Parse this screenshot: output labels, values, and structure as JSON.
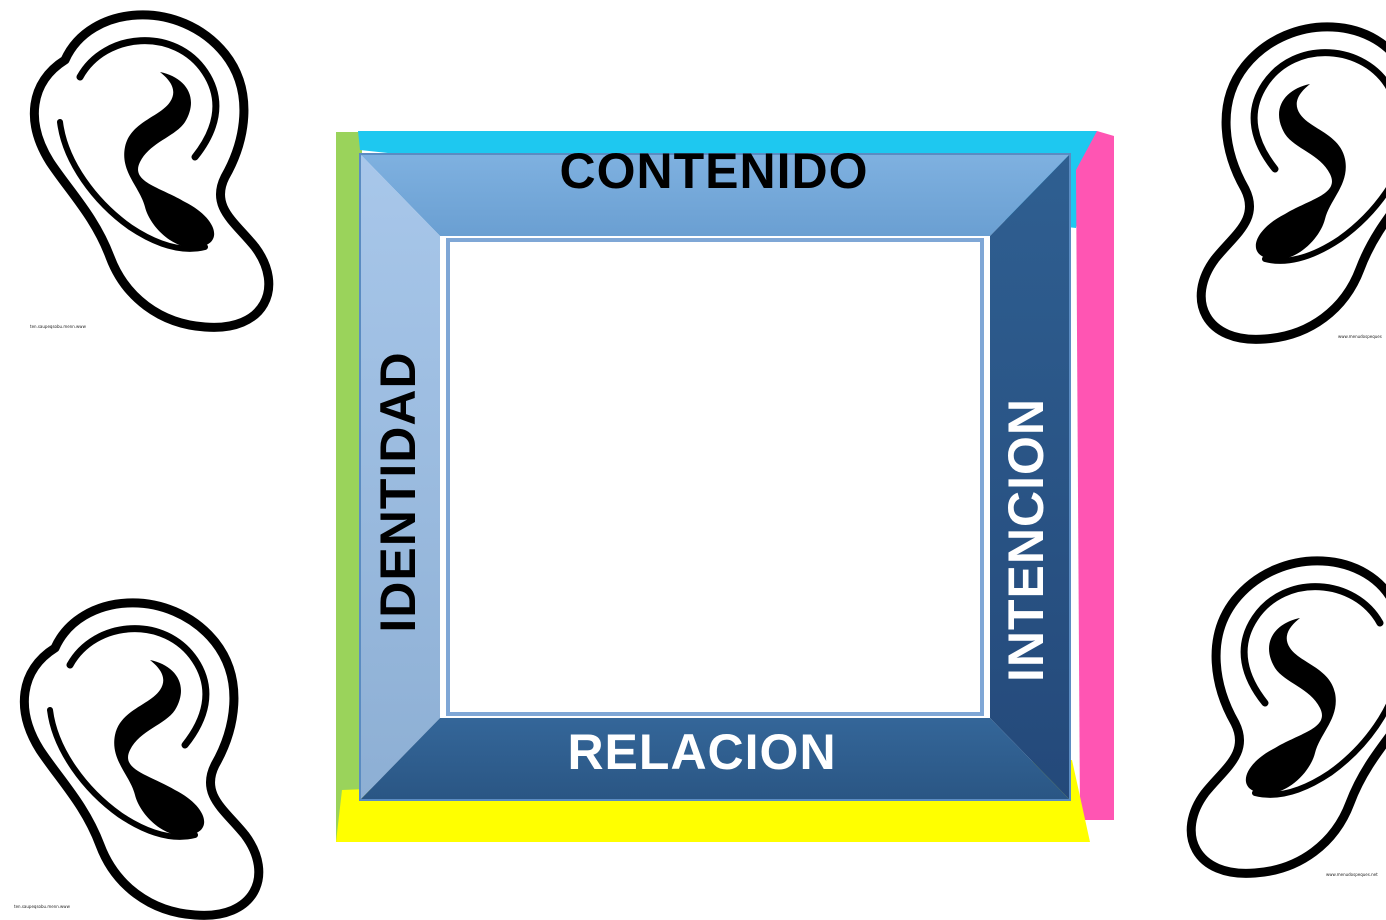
{
  "diagram": {
    "labels": {
      "top": "CONTENIDO",
      "left": "IDENTIDAD",
      "right": "INTENCION",
      "bottom": "RELACION"
    },
    "colors": {
      "top_strip": "#1ec8f0",
      "left_strip": "#9ad35b",
      "right_strip": "#ff55b3",
      "bottom_strip": "#ffff00",
      "top_bevel": "#72a7d9",
      "left_bevel": "#9bbde3",
      "right_bevel": "#2a5786",
      "bottom_bevel": "#2f5f93",
      "top_label_text": "#000000",
      "left_label_text": "#000000",
      "right_label_text": "#ffffff",
      "bottom_label_text": "#ffffff"
    }
  },
  "decorations": {
    "ear_icons": [
      {
        "name": "ear-icon-top-left",
        "side": "left"
      },
      {
        "name": "ear-icon-top-right",
        "side": "right"
      },
      {
        "name": "ear-icon-bottom-left",
        "side": "left"
      },
      {
        "name": "ear-icon-bottom-right",
        "side": "right"
      }
    ],
    "credits": {
      "top_left": "ten.saupeqsobu.menn.www",
      "top_right": "www.menudospeques",
      "bottom_left": "ten.saupeqsobu.menn.www",
      "bottom_right": "www.menudospeques.net"
    }
  }
}
